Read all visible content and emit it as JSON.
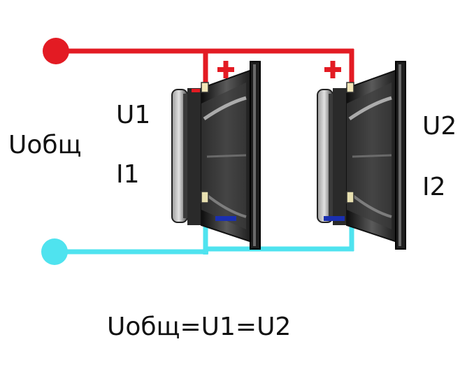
{
  "diagram": {
    "labels": {
      "total_voltage": "Uобщ",
      "u1": "U1",
      "i1": "I1",
      "u2": "U2",
      "i2": "I2",
      "equation": "Uобщ=U1=U2"
    },
    "polarity": {
      "plus": "+",
      "minus": "−"
    },
    "colors": {
      "positive_wire": "#e31b23",
      "negative_wire": "#4fe3ef",
      "minus_mark": "#1a2fb0",
      "speaker_dark": "#1b1b1b",
      "speaker_mid": "#5a5a5a",
      "speaker_light": "#b8b8b8"
    },
    "icons": [
      "speaker-1-icon",
      "speaker-2-icon"
    ]
  }
}
